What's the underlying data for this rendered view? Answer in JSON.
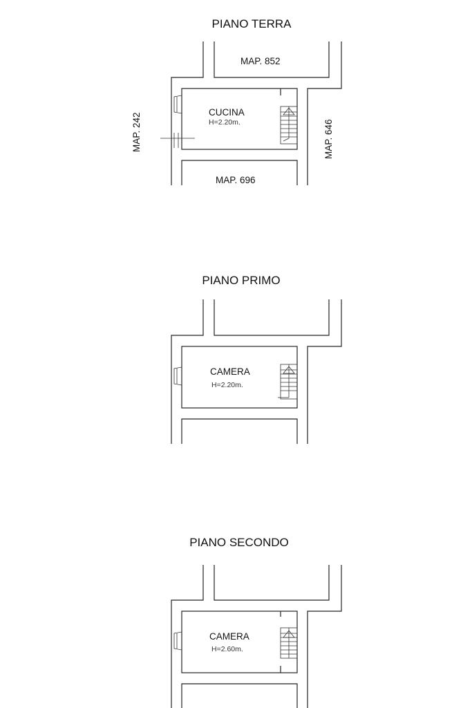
{
  "floors": [
    {
      "title": "PIANO TERRA",
      "room": {
        "name": "CUCINA",
        "height": "H=2.20m."
      },
      "neighbors": {
        "top": "MAP. 852",
        "bottom": "MAP. 696",
        "left": "MAP. 242",
        "right": "MAP. 646"
      }
    },
    {
      "title": "PIANO PRIMO",
      "room": {
        "name": "CAMERA",
        "height": "H=2.20m."
      }
    },
    {
      "title": "PIANO SECONDO",
      "room": {
        "name": "CAMERA",
        "height": "H=2.60m."
      }
    }
  ]
}
